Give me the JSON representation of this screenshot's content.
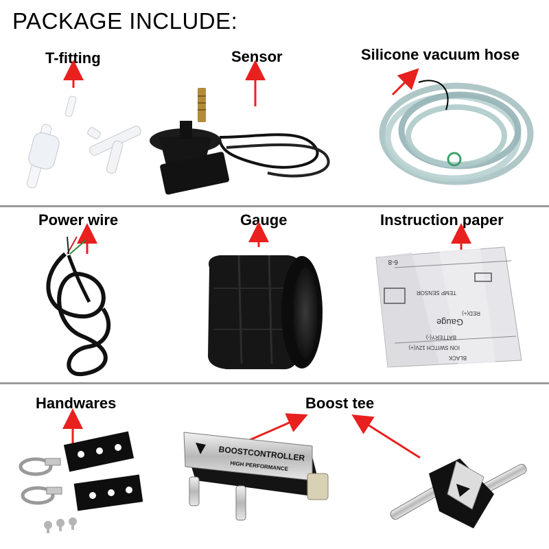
{
  "title": "PACKAGE INCLUDE:",
  "items": {
    "t_fitting": "T-fitting",
    "sensor": "Sensor",
    "silicone_hose": "Silicone vacuum hose",
    "power_wire": "Power wire",
    "gauge": "Gauge",
    "instruction_paper": "Instruction paper",
    "handwares": "Handwares",
    "boost_tee": "Boost tee"
  },
  "product_text": {
    "controller_brand": "BOOSTCONTROLLER",
    "controller_sub": "HIGH PERFORMANCE",
    "paper_line_1": "Gauge",
    "paper_line_2": "TEMP SENSOR",
    "paper_line_3": "BATTERY(-)",
    "paper_line_4": "ION SWITCH 12V(+)",
    "paper_line_5": "BLACK",
    "paper_line_6": "RED(+)",
    "paper_line_7": "6-8"
  },
  "colors": {
    "arrow": "#e8201e",
    "divider": "#9a9a9a"
  }
}
